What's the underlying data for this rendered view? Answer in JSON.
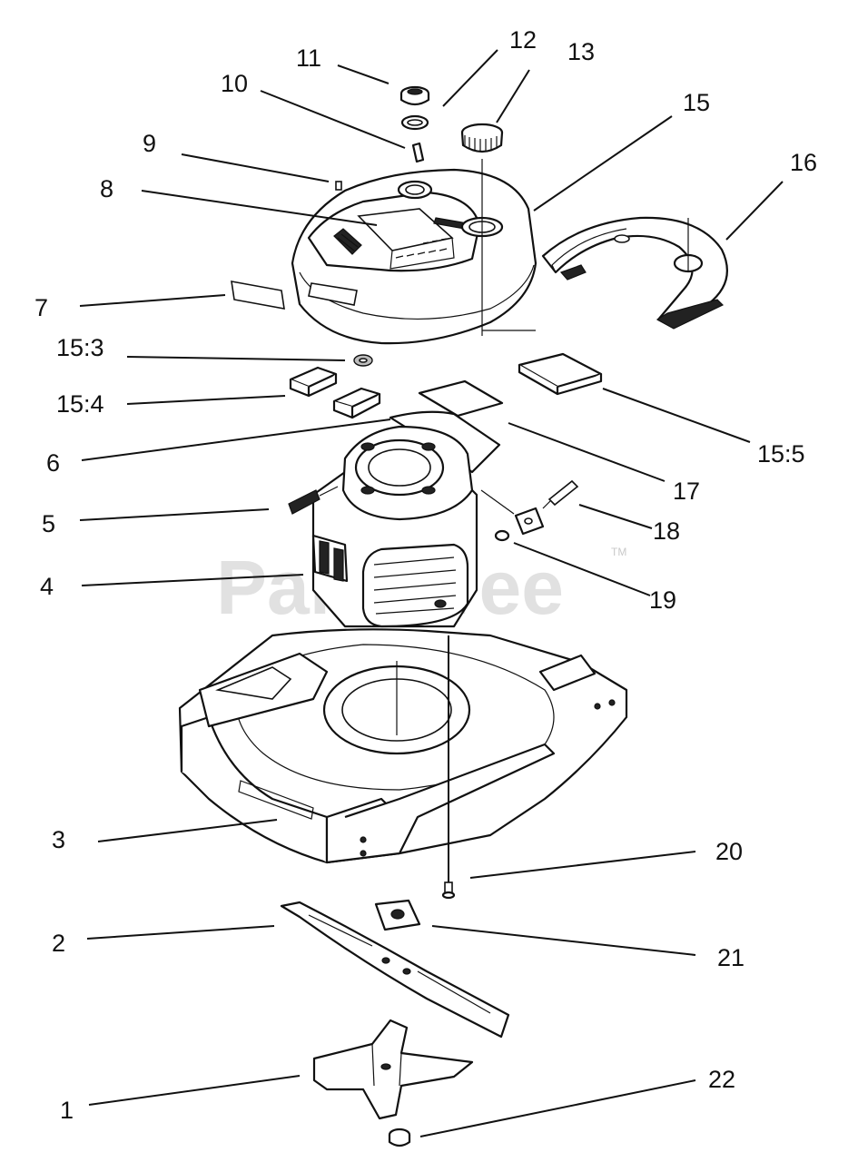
{
  "watermark": {
    "text": "PartsTree",
    "tm": "TM"
  },
  "callouts": [
    {
      "id": "c1",
      "label": "1"
    },
    {
      "id": "c2",
      "label": "2"
    },
    {
      "id": "c3",
      "label": "3"
    },
    {
      "id": "c4",
      "label": "4"
    },
    {
      "id": "c5",
      "label": "5"
    },
    {
      "id": "c6",
      "label": "6"
    },
    {
      "id": "c7",
      "label": "7"
    },
    {
      "id": "c8",
      "label": "8"
    },
    {
      "id": "c9",
      "label": "9"
    },
    {
      "id": "c10",
      "label": "10"
    },
    {
      "id": "c11",
      "label": "11"
    },
    {
      "id": "c12",
      "label": "12"
    },
    {
      "id": "c13",
      "label": "13"
    },
    {
      "id": "c15",
      "label": "15"
    },
    {
      "id": "c153",
      "label": "15:3"
    },
    {
      "id": "c154",
      "label": "15:4"
    },
    {
      "id": "c155",
      "label": "15:5"
    },
    {
      "id": "c16",
      "label": "16"
    },
    {
      "id": "c17",
      "label": "17"
    },
    {
      "id": "c18",
      "label": "18"
    },
    {
      "id": "c19",
      "label": "19"
    },
    {
      "id": "c20",
      "label": "20"
    },
    {
      "id": "c21",
      "label": "21"
    },
    {
      "id": "c22",
      "label": "22"
    }
  ]
}
